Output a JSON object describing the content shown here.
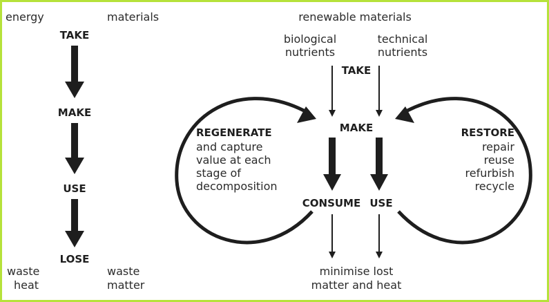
{
  "linear": {
    "energy": "energy",
    "materials": "materials",
    "take": "TAKE",
    "make": "MAKE",
    "use": "USE",
    "lose": "LOSE",
    "waste_heat": [
      "waste",
      "heat"
    ],
    "waste_matter": [
      "waste",
      "matter"
    ]
  },
  "circular": {
    "renewable": "renewable materials",
    "biological": [
      "biological",
      "nutrients"
    ],
    "technical": [
      "technical",
      "nutrients"
    ],
    "take": "TAKE",
    "make": "MAKE",
    "consume": "CONSUME",
    "use": "USE",
    "regenerate": {
      "title": "REGENERATE",
      "lines": [
        "and capture",
        "value at each",
        "stage of",
        "decomposition"
      ]
    },
    "restore": {
      "title": "RESTORE",
      "lines": [
        "repair",
        "reuse",
        "refurbish",
        "recycle"
      ]
    },
    "minimise": [
      "minimise lost",
      "matter and heat"
    ]
  },
  "colors": {
    "border": "#b6e23a",
    "ink": "#1e1e1e"
  }
}
